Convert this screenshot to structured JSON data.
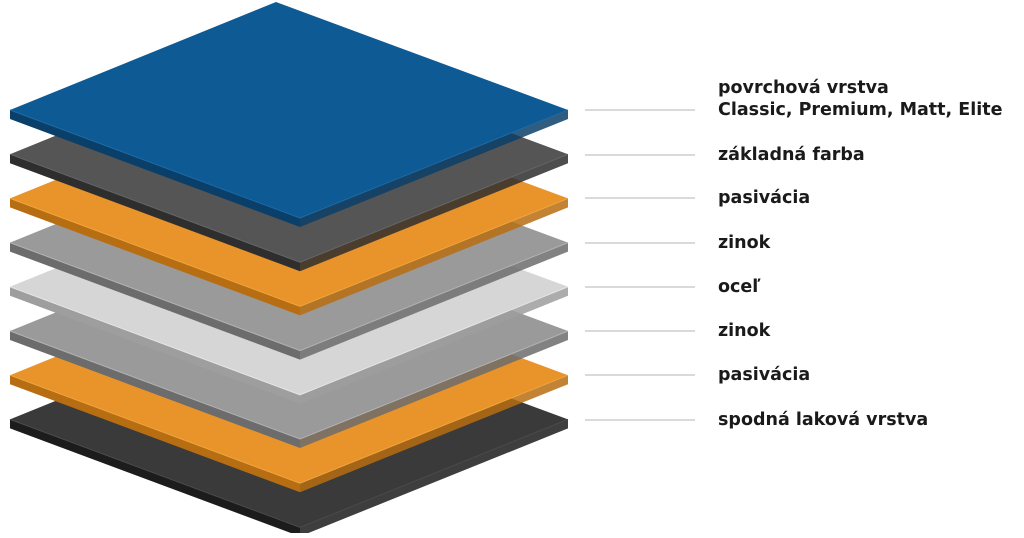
{
  "layers": [
    {
      "id": "surface",
      "lines": [
        "povrchová vrstva",
        "Classic, Premium, Matt, Elite"
      ],
      "top": "#0e5a94",
      "side": "#0a3f69",
      "shade": "#1f6aa5"
    },
    {
      "id": "base-paint",
      "lines": [
        "základná farba"
      ],
      "top": "#555555",
      "side": "#2e2e2e",
      "shade": "#666666"
    },
    {
      "id": "passivation-top",
      "lines": [
        "pasivácia"
      ],
      "top": "#e8942a",
      "side": "#b76d12",
      "shade": "#f0a540"
    },
    {
      "id": "zinc-top",
      "lines": [
        "zinok"
      ],
      "top": "#9a9a9a",
      "side": "#6c6c6c",
      "shade": "#b2b2b2"
    },
    {
      "id": "steel",
      "lines": [
        "oceľ"
      ],
      "top": "#d6d6d6",
      "side": "#9e9e9e",
      "shade": "#e6e6e6"
    },
    {
      "id": "zinc-bottom",
      "lines": [
        "zinok"
      ],
      "top": "#9a9a9a",
      "side": "#6c6c6c",
      "shade": "#b2b2b2"
    },
    {
      "id": "passivation-bottom",
      "lines": [
        "pasivácia"
      ],
      "top": "#e8942a",
      "side": "#b76d12",
      "shade": "#f0a540"
    },
    {
      "id": "bottom-lacquer",
      "lines": [
        "spodná laková vrstva"
      ],
      "top": "#3a3a3a",
      "side": "#1c1c1c",
      "shade": "#4a4a4a"
    }
  ],
  "leader_color": "#b5b5b5"
}
